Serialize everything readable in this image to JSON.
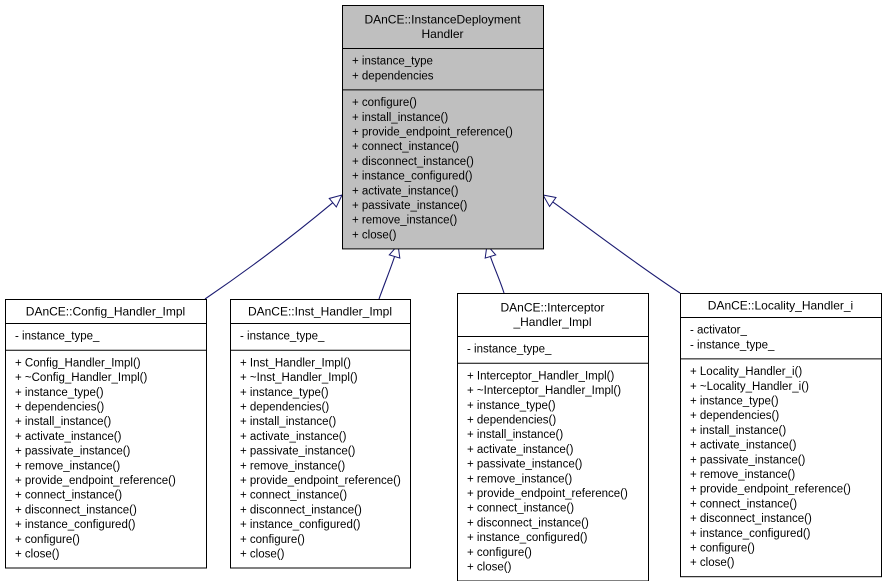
{
  "colors": {
    "base_fill": "#bfbfbf",
    "box_fill": "#ffffff",
    "border": "#000000",
    "arrow": "#191970"
  },
  "base": {
    "title": [
      "DAnCE::InstanceDeployment",
      "Handler"
    ],
    "attributes": [
      "+ instance_type",
      "+ dependencies"
    ],
    "methods": [
      "+ configure()",
      "+ install_instance()",
      "+ provide_endpoint_reference()",
      "+ connect_instance()",
      "+ disconnect_instance()",
      "+ instance_configured()",
      "+ activate_instance()",
      "+ passivate_instance()",
      "+ remove_instance()",
      "+ close()"
    ]
  },
  "derived": [
    {
      "id": "config",
      "title": [
        "DAnCE::Config_Handler_Impl"
      ],
      "attributes": [
        "- instance_type_"
      ],
      "methods": [
        "+ Config_Handler_Impl()",
        "+ ~Config_Handler_Impl()",
        "+ instance_type()",
        "+ dependencies()",
        "+ install_instance()",
        "+ activate_instance()",
        "+ passivate_instance()",
        "+ remove_instance()",
        "+ provide_endpoint_reference()",
        "+ connect_instance()",
        "+ disconnect_instance()",
        "+ instance_configured()",
        "+ configure()",
        "+ close()"
      ]
    },
    {
      "id": "inst",
      "title": [
        "DAnCE::Inst_Handler_Impl"
      ],
      "attributes": [
        "- instance_type_"
      ],
      "methods": [
        "+ Inst_Handler_Impl()",
        "+ ~Inst_Handler_Impl()",
        "+ instance_type()",
        "+ dependencies()",
        "+ install_instance()",
        "+ activate_instance()",
        "+ passivate_instance()",
        "+ remove_instance()",
        "+ provide_endpoint_reference()",
        "+ connect_instance()",
        "+ disconnect_instance()",
        "+ instance_configured()",
        "+ configure()",
        "+ close()"
      ]
    },
    {
      "id": "interceptor",
      "title": [
        "DAnCE::Interceptor",
        "_Handler_Impl"
      ],
      "attributes": [
        "- instance_type_"
      ],
      "methods": [
        "+ Interceptor_Handler_Impl()",
        "+ ~Interceptor_Handler_Impl()",
        "+ instance_type()",
        "+ dependencies()",
        "+ install_instance()",
        "+ activate_instance()",
        "+ passivate_instance()",
        "+ remove_instance()",
        "+ provide_endpoint_reference()",
        "+ connect_instance()",
        "+ disconnect_instance()",
        "+ instance_configured()",
        "+ configure()",
        "+ close()"
      ]
    },
    {
      "id": "locality",
      "title": [
        "DAnCE::Locality_Handler_i"
      ],
      "attributes": [
        "- activator_",
        "- instance_type_"
      ],
      "methods": [
        "+ Locality_Handler_i()",
        "+ ~Locality_Handler_i()",
        "+ instance_type()",
        "+ dependencies()",
        "+ install_instance()",
        "+ activate_instance()",
        "+ passivate_instance()",
        "+ remove_instance()",
        "+ provide_endpoint_reference()",
        "+ connect_instance()",
        "+ disconnect_instance()",
        "+ instance_configured()",
        "+ configure()",
        "+ close()"
      ]
    }
  ]
}
